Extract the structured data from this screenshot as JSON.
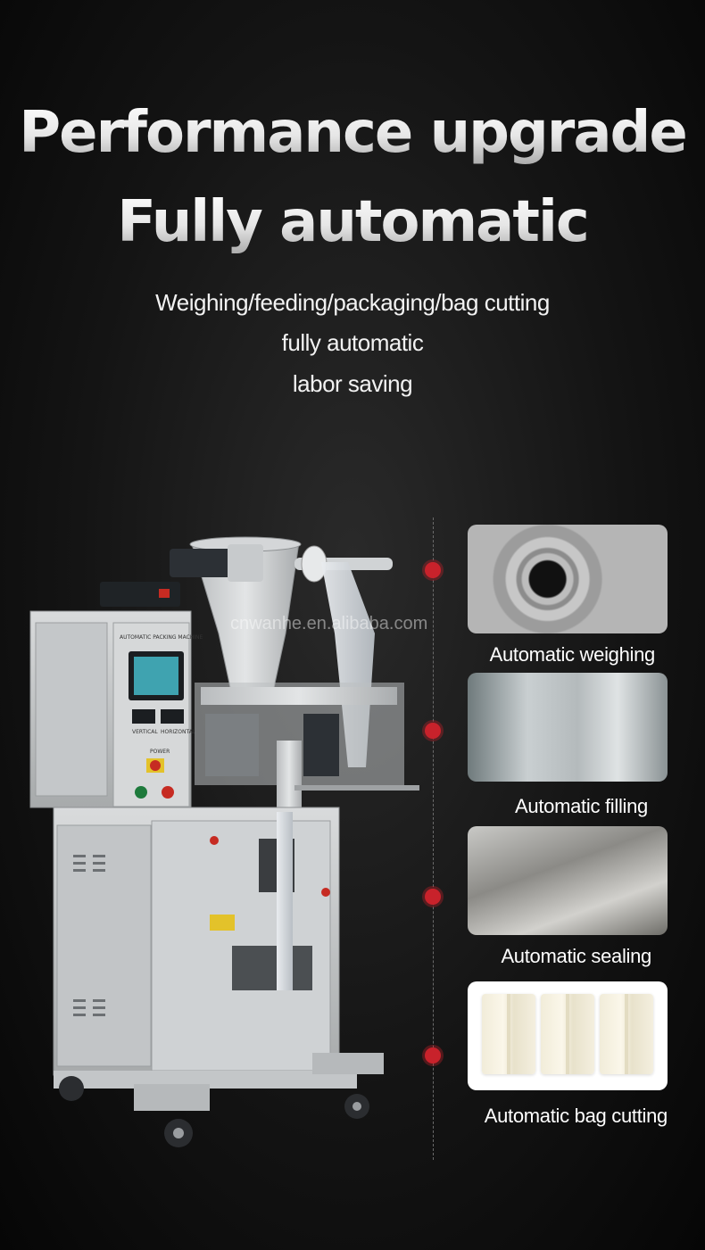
{
  "headline": {
    "line1": "Performance upgrade",
    "line2": "Fully automatic"
  },
  "subheadings": [
    "Weighing/feeding/packaging/bag cutting",
    "fully automatic",
    "labor saving"
  ],
  "watermark": "cnwanhe.en.alibaba.com",
  "machine_labels": {
    "panel": "AUTOMATIC PACKING MACHINE",
    "vertical": "VERTICAL",
    "horizontal": "HORIZONTAL",
    "power": "POWER"
  },
  "features": [
    {
      "label": "Automatic weighing"
    },
    {
      "label": "Automatic filling"
    },
    {
      "label": "Automatic sealing"
    },
    {
      "label": "Automatic bag cutting"
    }
  ],
  "colors": {
    "background": "#111111",
    "accent_dot": "#c8222b",
    "steel": "#cfd2d4",
    "button_green": "#1e7a3c",
    "button_red": "#c62b22",
    "screen": "#3fa3b0"
  }
}
